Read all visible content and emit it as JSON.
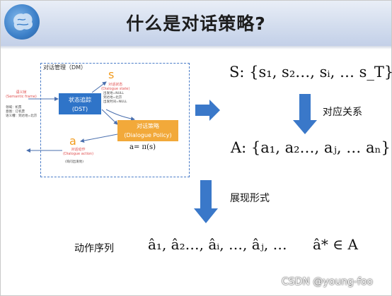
{
  "slide": {
    "title": "什么是对话策略?",
    "colors": {
      "blue_arrow": "#3a78c9",
      "orange_box": "#f2a93a",
      "blue_box": "#2f74c8",
      "dashed_border": "#4a7cc7"
    }
  },
  "diagram": {
    "dm_label": "对话管理（DM）",
    "dst": {
      "line1": "状态追踪",
      "line2": "(DST)"
    },
    "policy": {
      "line1": "对话策略",
      "line2": "(Dialogue Policy)"
    },
    "state": {
      "letter": "s",
      "label_cn": "对话状态",
      "label_en": "(Dialogue state)",
      "slots": [
        "出发地=NULL",
        "到达地=北京",
        "出发时间=NULL"
      ]
    },
    "action": {
      "letter": "a",
      "label_cn": "对话动作",
      "label_en": "(Dialogue action)",
      "example": "(询问出发地)",
      "equation": "a= π(s)"
    },
    "semantic": {
      "label_cn": "语义帧",
      "label_en": "(Semantic frame)",
      "lines": [
        "领域：机票",
        "意图：订机票",
        "语义槽：到达地=北京"
      ]
    }
  },
  "right": {
    "s_set": "S: {s₁, s₂…, sᵢ, … s_T}",
    "relation": "对应关系",
    "a_set": "A: {a₁, a₂…, aⱼ, … aₙ}",
    "form": "展现形式",
    "sequence_label": "动作序列",
    "sequence": "â₁, â₂…, âᵢ, …, âⱼ, …",
    "member": "â* ∈ A"
  },
  "watermark": "CSDN @young-foo"
}
